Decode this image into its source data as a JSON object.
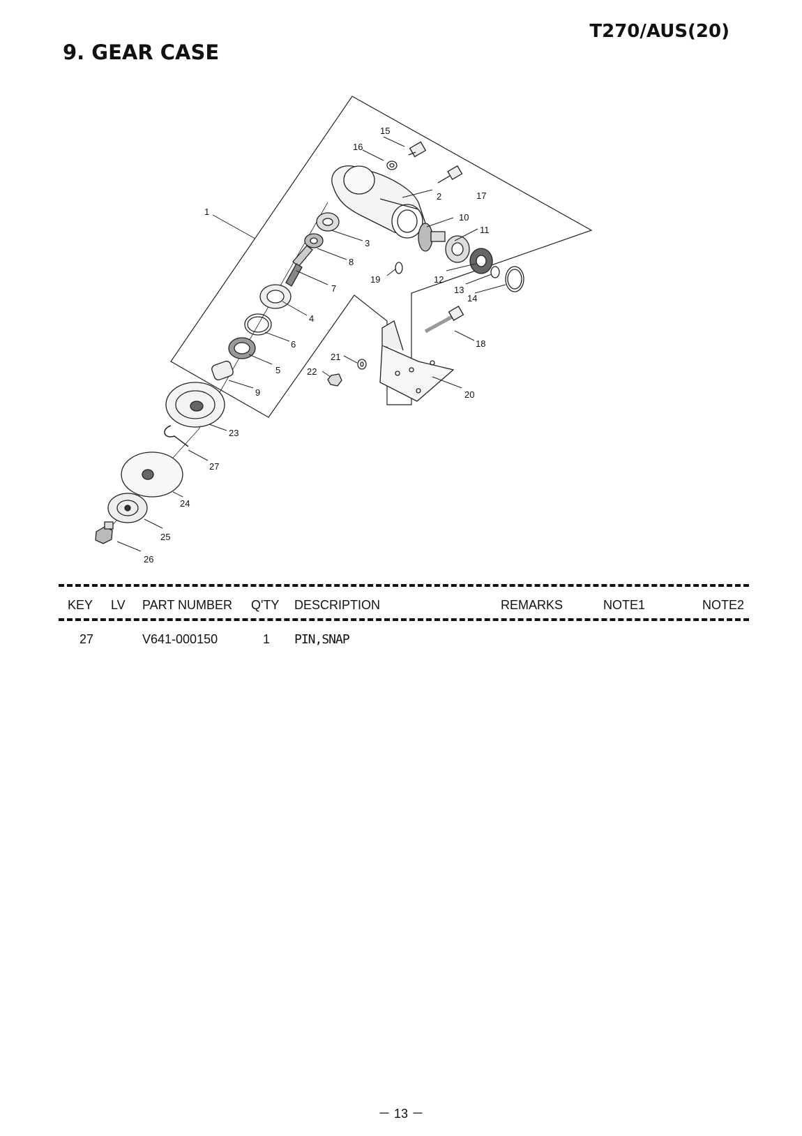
{
  "header": {
    "model": "T270/AUS(20)",
    "section_title": "9. GEAR CASE"
  },
  "diagram": {
    "callouts": [
      "1",
      "2",
      "3",
      "4",
      "5",
      "6",
      "7",
      "8",
      "9",
      "10",
      "11",
      "12",
      "13",
      "14",
      "15",
      "16",
      "17",
      "18",
      "19",
      "20",
      "21",
      "22",
      "23",
      "24",
      "25",
      "26",
      "27"
    ]
  },
  "table": {
    "headers": {
      "key": "KEY",
      "lv": "LV",
      "part_number": "PART NUMBER",
      "qty": "Q'TY",
      "description": "DESCRIPTION",
      "remarks": "REMARKS",
      "note1": "NOTE1",
      "note2": "NOTE2"
    },
    "rows": [
      {
        "key": "27",
        "lv": "",
        "part_number": "V641-000150",
        "qty": "1",
        "description": "PIN,SNAP",
        "remarks": "",
        "note1": "",
        "note2": ""
      }
    ]
  },
  "footer": {
    "page_number": "－ 13 －"
  }
}
